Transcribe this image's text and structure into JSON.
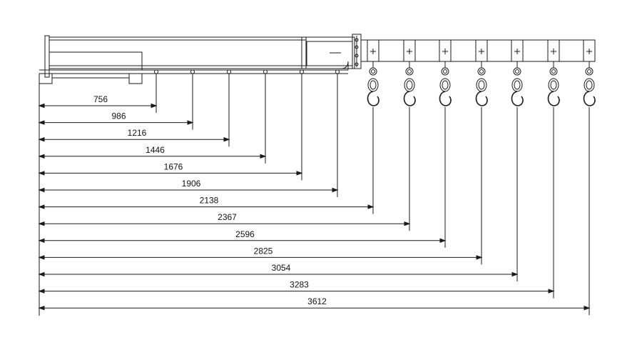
{
  "diagram": {
    "dimensions": [
      {
        "label": "756"
      },
      {
        "label": "986"
      },
      {
        "label": "1216"
      },
      {
        "label": "1446"
      },
      {
        "label": "1676"
      },
      {
        "label": "1906"
      },
      {
        "label": "2138"
      },
      {
        "label": "2367"
      },
      {
        "label": "2596"
      },
      {
        "label": "2825"
      },
      {
        "label": "3054"
      },
      {
        "label": "3283"
      },
      {
        "label": "3612"
      }
    ],
    "colors": {
      "line": "#1a1a1a",
      "background": "#ffffff"
    }
  }
}
